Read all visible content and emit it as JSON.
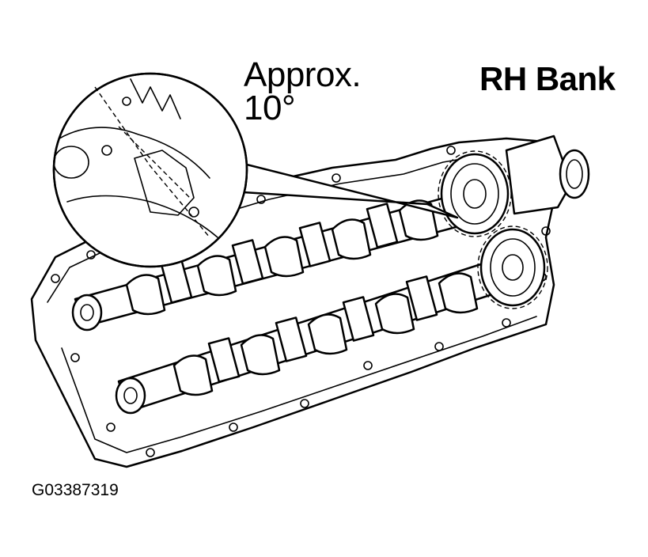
{
  "labels": {
    "angle_line1": "Approx.",
    "angle_line2": "10°",
    "bank": "RH Bank",
    "figure_code": "G03387319"
  }
}
